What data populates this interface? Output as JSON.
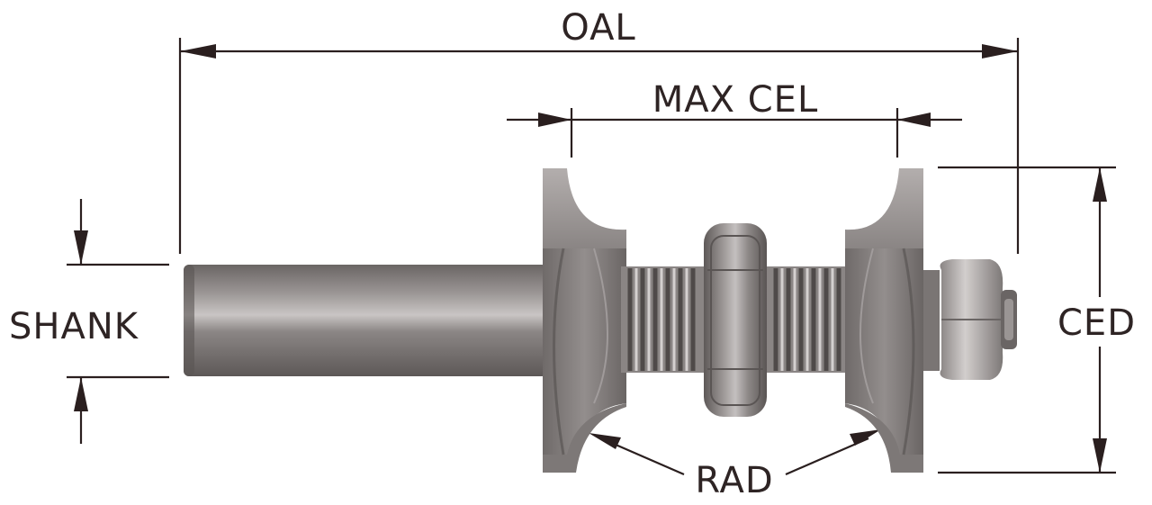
{
  "diagram": {
    "labels": {
      "oal": "OAL",
      "max_cel": "MAX CEL",
      "shank": "SHANK",
      "ced": "CED",
      "rad": "RAD"
    },
    "colors": {
      "dimension_lines": "#2a1f1f",
      "metal_dark": "#6f6a69",
      "metal_mid": "#8d8887",
      "metal_light": "#b9b5b4",
      "background": "#ffffff"
    },
    "parts": [
      "shank",
      "cutter-body",
      "thread",
      "bearing",
      "nut"
    ]
  }
}
